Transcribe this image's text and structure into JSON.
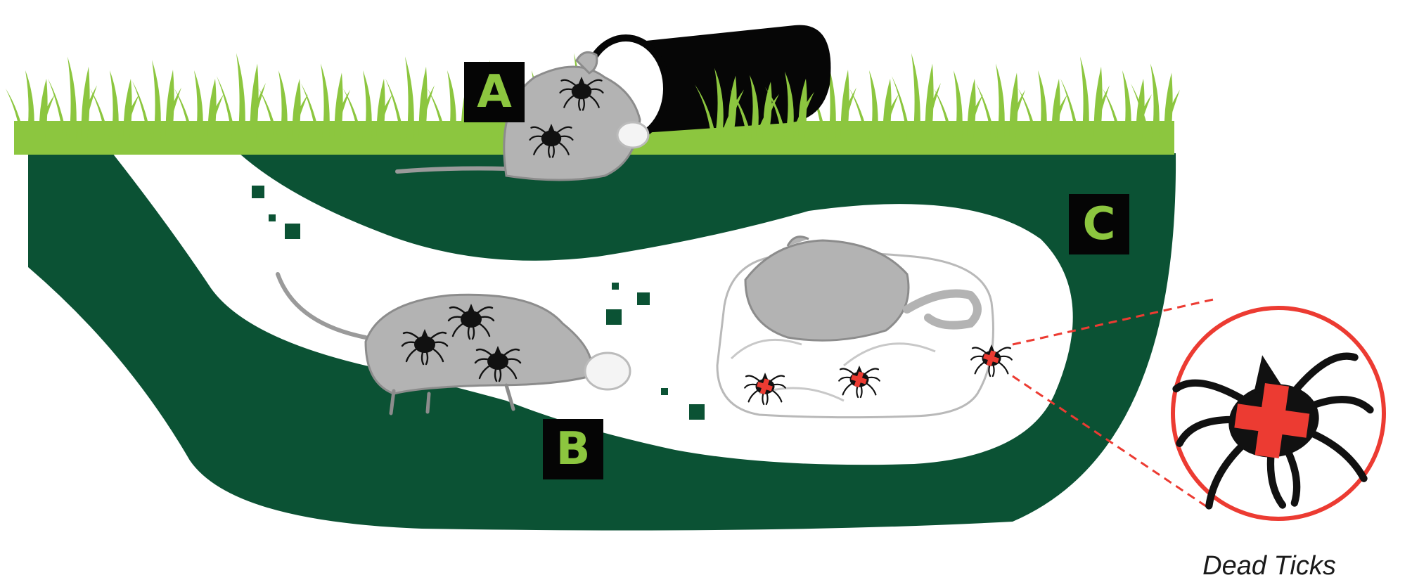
{
  "labels": {
    "a": "A",
    "b": "B",
    "c": "C"
  },
  "caption": "Dead Ticks",
  "colors": {
    "grass": "#8cc63f",
    "soil": "#0b5234",
    "burrow": "#ffffff",
    "mouse": "#b3b3b3",
    "tick": "#111111",
    "dead_marker": "#ec3b32",
    "label_box": "#050505",
    "label_text": "#8cc63f"
  },
  "icons": [
    "grass-icon",
    "tube-icon",
    "mouse-icon",
    "tick-icon",
    "nest-icon",
    "cross-icon",
    "magnifier-circle"
  ]
}
